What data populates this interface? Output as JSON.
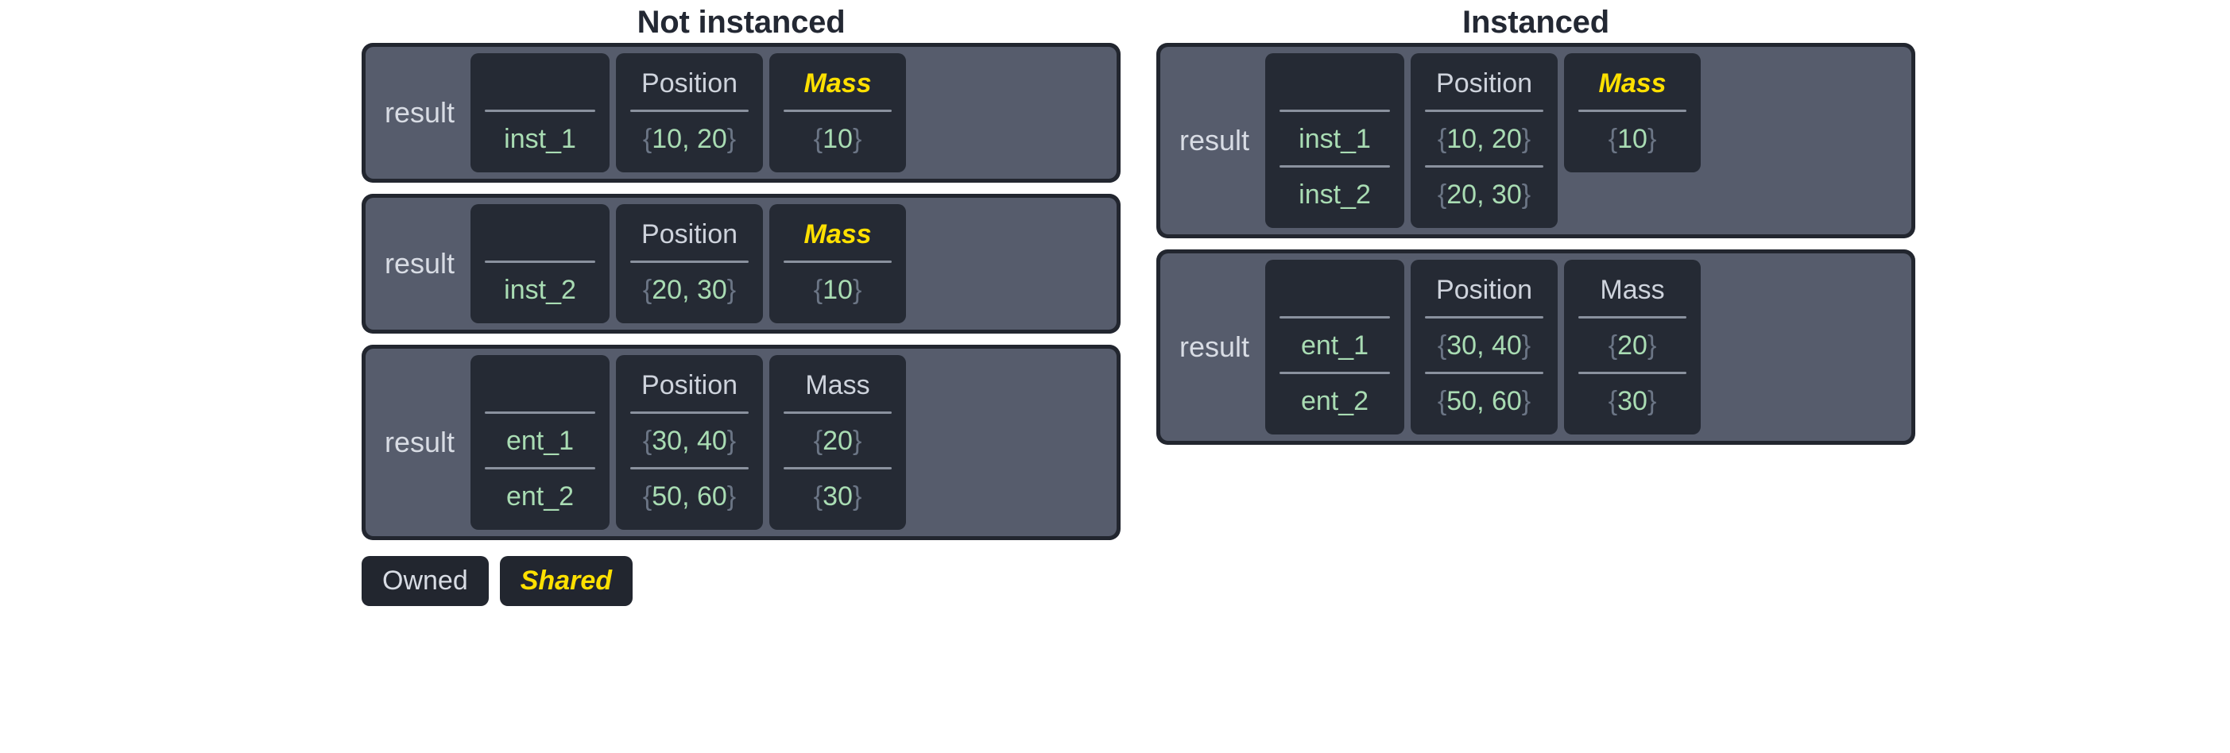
{
  "legend": {
    "owned_label": "Owned",
    "shared_label": "Shared",
    "owned_color": "#d8dce4",
    "shared_color": "#ffe000"
  },
  "colors": {
    "panel_border": "#22262f",
    "panel_body": "#565c6c",
    "cell_bg": "#252a34",
    "header_text": "#ced3dc",
    "value_text": "#a9dcb3",
    "brace_text": "#6b7585",
    "shared_accent": "#ffe000",
    "title_text": "#232833",
    "background": "#ffffff"
  },
  "columns": [
    {
      "id": "not-instanced",
      "title": "Not instanced",
      "panels": [
        {
          "label": "result",
          "table": [
            {
              "header": "",
              "header_shared": false,
              "values": [
                "inst_1"
              ]
            },
            {
              "header": "Position",
              "header_shared": false,
              "values": [
                "{10, 20}"
              ]
            },
            {
              "header": "Mass",
              "header_shared": true,
              "values": [
                "{10}"
              ]
            }
          ]
        },
        {
          "label": "result",
          "table": [
            {
              "header": "",
              "header_shared": false,
              "values": [
                "inst_2"
              ]
            },
            {
              "header": "Position",
              "header_shared": false,
              "values": [
                "{20, 30}"
              ]
            },
            {
              "header": "Mass",
              "header_shared": true,
              "values": [
                "{10}"
              ]
            }
          ]
        },
        {
          "label": "result",
          "table": [
            {
              "header": "",
              "header_shared": false,
              "values": [
                "ent_1",
                "ent_2"
              ]
            },
            {
              "header": "Position",
              "header_shared": false,
              "values": [
                "{30, 40}",
                "{50, 60}"
              ]
            },
            {
              "header": "Mass",
              "header_shared": false,
              "values": [
                "{20}",
                "{30}"
              ]
            }
          ]
        }
      ]
    },
    {
      "id": "instanced",
      "title": "Instanced",
      "panels": [
        {
          "label": "result",
          "table": [
            {
              "header": "",
              "header_shared": false,
              "values": [
                "inst_1",
                "inst_2"
              ]
            },
            {
              "header": "Position",
              "header_shared": false,
              "values": [
                "{10, 20}",
                "{20, 30}"
              ]
            },
            {
              "header": "Mass",
              "header_shared": true,
              "values": [
                "{10}"
              ]
            }
          ]
        },
        {
          "label": "result",
          "table": [
            {
              "header": "",
              "header_shared": false,
              "values": [
                "ent_1",
                "ent_2"
              ]
            },
            {
              "header": "Position",
              "header_shared": false,
              "values": [
                "{30, 40}",
                "{50, 60}"
              ]
            },
            {
              "header": "Mass",
              "header_shared": false,
              "values": [
                "{20}",
                "{30}"
              ]
            }
          ]
        }
      ]
    }
  ]
}
